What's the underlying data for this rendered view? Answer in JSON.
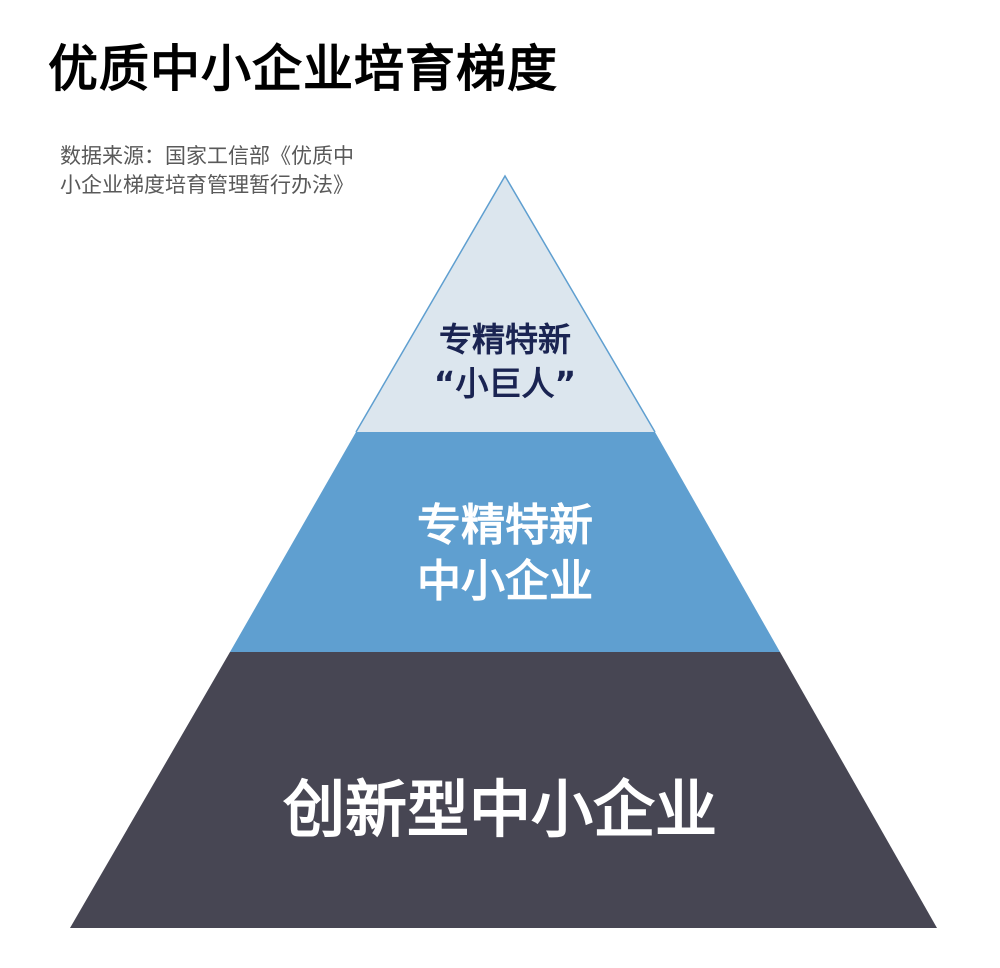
{
  "title": "优质中小企业培育梯度",
  "source": "数据来源：国家工信部《优质中小企业梯度培育管理暂行办法》",
  "pyramid": {
    "tiers": [
      {
        "lines": [
          "专精特新",
          "“小巨人”"
        ],
        "fill": "#dce6ee",
        "text_color": "#1a2452"
      },
      {
        "lines": [
          "专精特新",
          "中小企业"
        ],
        "fill": "#5f9fd0",
        "text_color": "#ffffff"
      },
      {
        "lines": [
          "创新型中小企业"
        ],
        "fill": "#474653",
        "text_color": "#ffffff"
      }
    ],
    "outline_color": "#5f9fd0"
  }
}
